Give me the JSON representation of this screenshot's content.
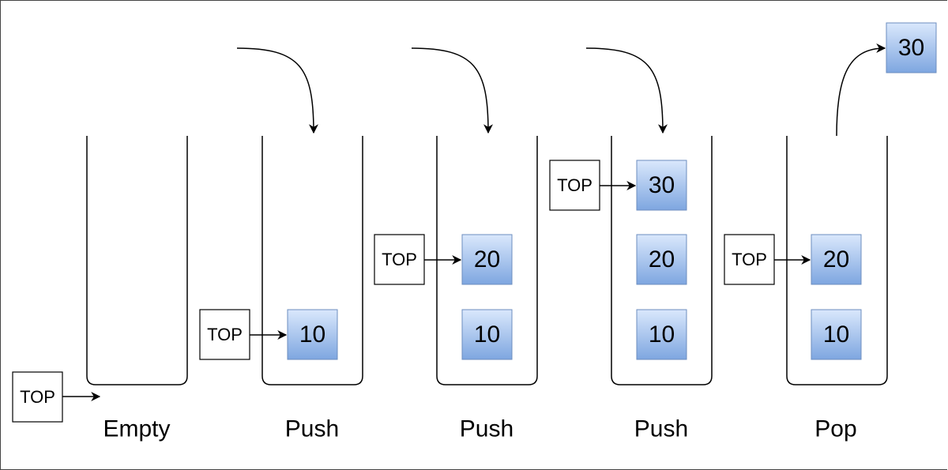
{
  "top_label": "TOP",
  "stacks": [
    {
      "caption": "Empty",
      "elements": []
    },
    {
      "caption": "Push",
      "elements": [
        "10"
      ]
    },
    {
      "caption": "Push",
      "elements": [
        "10",
        "20"
      ]
    },
    {
      "caption": "Push",
      "elements": [
        "10",
        "20",
        "30"
      ]
    },
    {
      "caption": "Pop",
      "elements": [
        "10",
        "20"
      ]
    }
  ],
  "popped_value": "30",
  "colors": {
    "element_fill_top": "#dae8fc",
    "element_fill_bottom": "#7ea6e0",
    "element_stroke": "#6c8ebf",
    "line": "#000000"
  }
}
